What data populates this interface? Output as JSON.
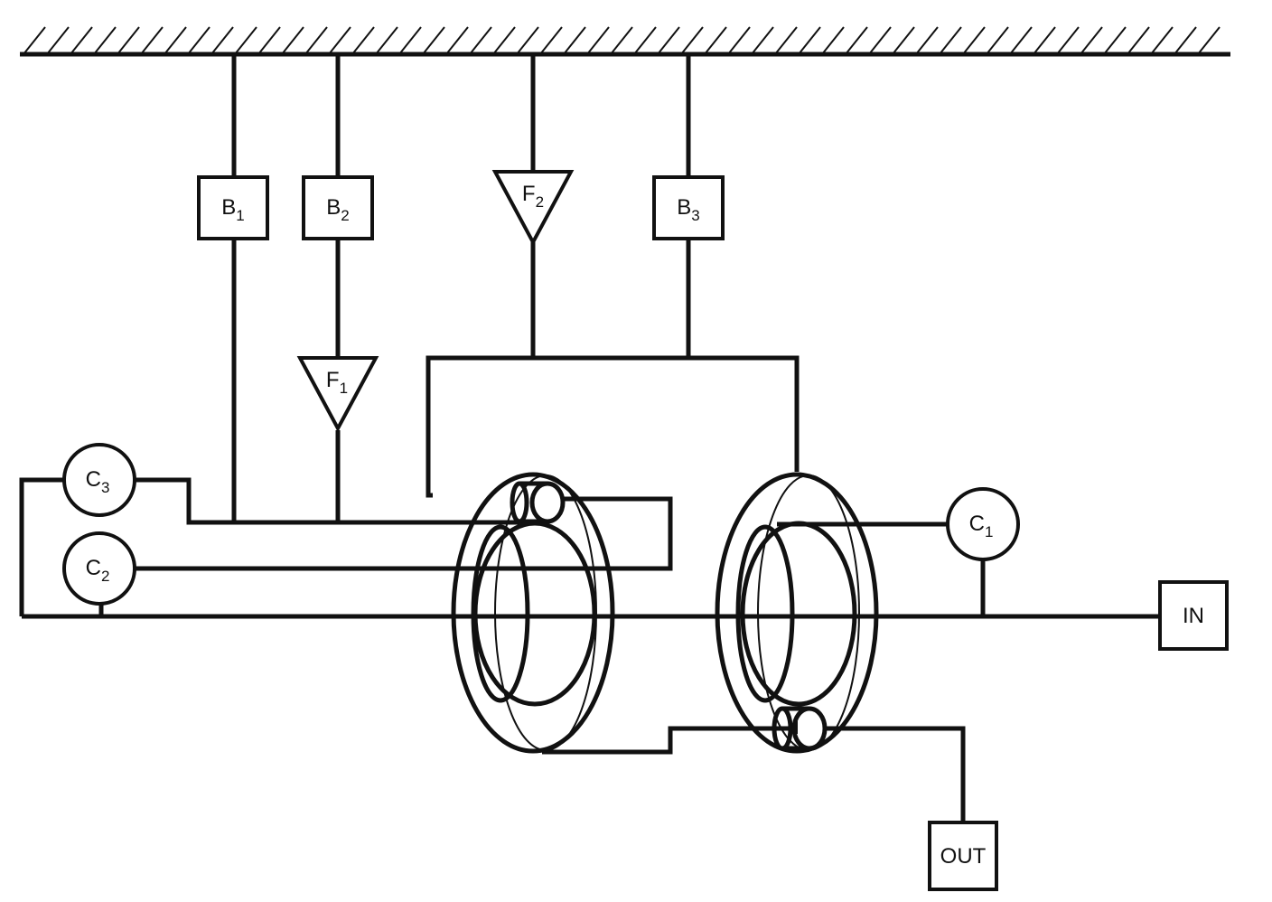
{
  "brakes": {
    "b1": {
      "letter": "B",
      "sub": "1"
    },
    "b2": {
      "letter": "B",
      "sub": "2"
    },
    "b3": {
      "letter": "B",
      "sub": "3"
    }
  },
  "one_way_clutches": {
    "f1": {
      "letter": "F",
      "sub": "1"
    },
    "f2": {
      "letter": "F",
      "sub": "2"
    }
  },
  "clutches": {
    "c1": {
      "letter": "C",
      "sub": "1"
    },
    "c2": {
      "letter": "C",
      "sub": "2"
    },
    "c3": {
      "letter": "C",
      "sub": "3"
    }
  },
  "input": {
    "label": "IN"
  },
  "output": {
    "label": "OUT"
  },
  "colors": {
    "ink": "#111111",
    "background": "#ffffff"
  }
}
